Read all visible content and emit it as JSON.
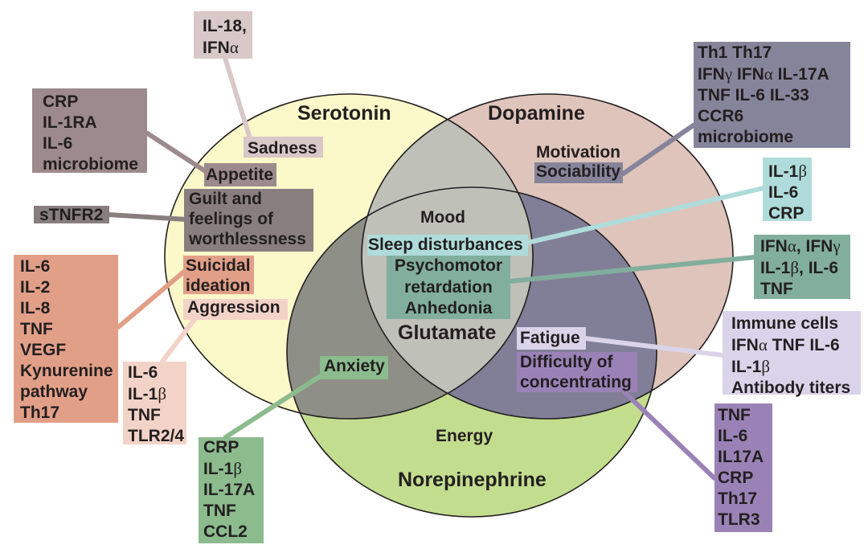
{
  "figure": {
    "regions": {
      "serotonin": {
        "label": "Serotonin",
        "color": "#FBF8C9"
      },
      "dopamine": {
        "label": "Dopamine",
        "color": "#DFC4BB"
      },
      "norepinephrine": {
        "label": "Norepinephrine",
        "color": "#C3DD8F"
      },
      "glutamate": {
        "label": "Glutamate"
      },
      "serotonin_dopamine_overlap_color": "#BFC0B8",
      "serotonin_norepinephrine_overlap_color": "#8E8F86",
      "dopamine_norepinephrine_overlap_color": "#817F97"
    },
    "domains": {
      "mood": "Mood",
      "motivation": "Motivation",
      "energy": "Energy"
    },
    "outline_color": "#231F20",
    "text_color": "#231F20"
  },
  "symptoms": [
    {
      "label": "Sadness",
      "markers": "IL-18,\nIFNα",
      "color": "#D8C8C7"
    },
    {
      "label": "Appetite",
      "markers": "CRP\nIL-1RA\nIL-6\nmicrobiome",
      "color": "#9D8A8C"
    },
    {
      "label": "Guilt and\nfeelings of\nworthlessness",
      "markers": "sTNFR2",
      "color": "#897E7F"
    },
    {
      "label": "Suicidal\nideation",
      "markers": "IL-6\nIL-2\nIL-8\nTNF\nVEGF\nKynurenine\npathway\nTh17",
      "color": "#E29F88"
    },
    {
      "label": "Aggression",
      "markers": "IL-6\nIL-1β\nTNF\nTLR2/4",
      "color": "#F3D3C8"
    },
    {
      "label": "Anxiety",
      "markers": "CRP\nIL-1β\nIL-17A\nTNF\nCCL2",
      "color": "#8CBB8D"
    },
    {
      "label": "Sociability",
      "markers": "Th1 Th17\nIFNγ IFNα IL-17A\nTNF IL-6 IL-33\nCCR6\nmicrobiome",
      "color": "#86849A"
    },
    {
      "label": "Sleep disturbances",
      "markers": "IL-1β\nIL-6\nCRP",
      "color": "#AFDCDA"
    },
    {
      "label": "Psychomotor\nretardation\nAnhedonia",
      "markers": "IFNα, IFNγ\nIL-1β, IL-6\nTNF",
      "color": "#82AE9E"
    },
    {
      "label": "Fatigue",
      "markers": "Immune cells\nIFNα TNF IL-6\nIL-1β\nAntibody titers",
      "color": "#DAD4EA"
    },
    {
      "label": "Difficulty of\nconcentrating",
      "markers": "TNF\nIL-6\nIL17A\nCRP\nTh17\nTLR3",
      "color": "#9A82B7"
    }
  ]
}
